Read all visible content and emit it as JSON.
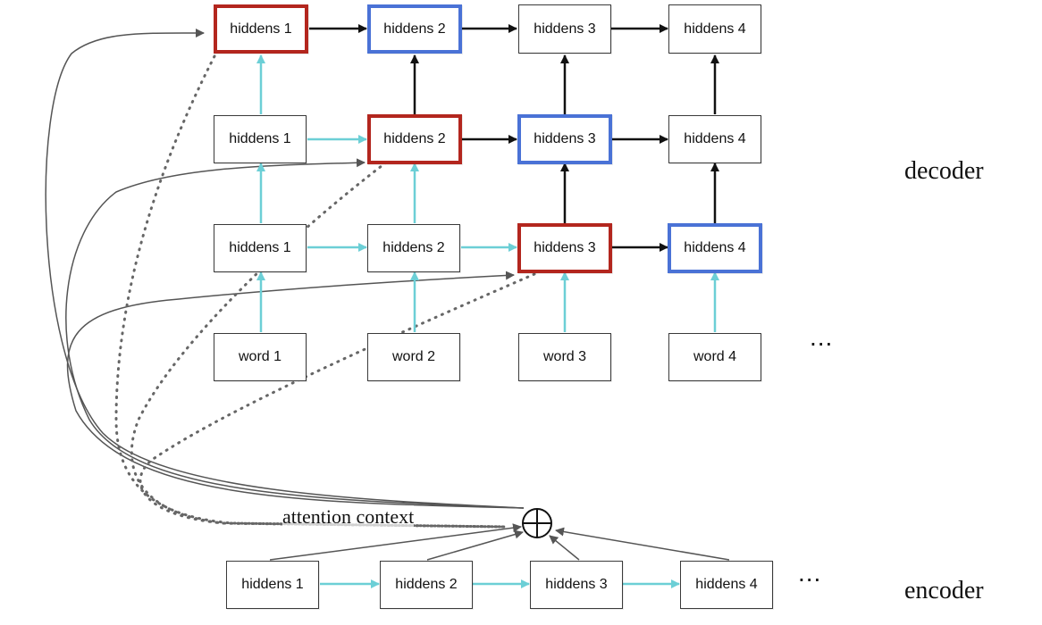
{
  "labels": {
    "decoder": "decoder",
    "encoder": "encoder",
    "attention_context": "attention context",
    "ellipsis_top": "...",
    "ellipsis_bottom": "..."
  },
  "decoder": {
    "layer3": [
      "hiddens 1",
      "hiddens 2",
      "hiddens 3",
      "hiddens 4"
    ],
    "layer2": [
      "hiddens 1",
      "hiddens 2",
      "hiddens 3",
      "hiddens 4"
    ],
    "layer1": [
      "hiddens 1",
      "hiddens 2",
      "hiddens 3",
      "hiddens 4"
    ],
    "words": [
      "word 1",
      "word 2",
      "word 3",
      "word 4"
    ]
  },
  "encoder": {
    "hiddens": [
      "hiddens 1",
      "hiddens 2",
      "hiddens 3",
      "hiddens 4"
    ]
  },
  "colors": {
    "highlight_red": "#b3261e",
    "highlight_blue": "#4a72d6",
    "arrow_cyan": "#6ccfd6",
    "arrow_black": "#111111",
    "arrow_gray": "#555555"
  }
}
